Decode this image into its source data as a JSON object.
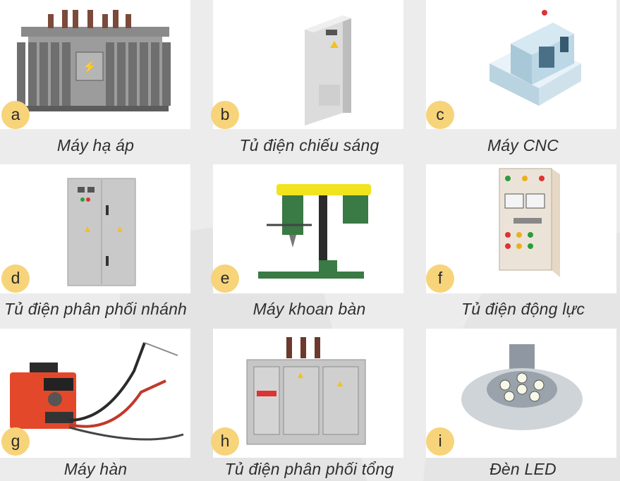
{
  "items": [
    {
      "letter": "a",
      "caption": "Máy hạ áp",
      "icon": "step-down-transformer-icon"
    },
    {
      "letter": "b",
      "caption": "Tủ điện chiếu sáng",
      "icon": "lighting-cabinet-icon"
    },
    {
      "letter": "c",
      "caption": "Máy CNC",
      "icon": "cnc-machine-icon"
    },
    {
      "letter": "d",
      "caption": "Tủ điện phân phối nhánh",
      "icon": "branch-distribution-cabinet-icon"
    },
    {
      "letter": "e",
      "caption": "Máy khoan bàn",
      "icon": "bench-drill-icon"
    },
    {
      "letter": "f",
      "caption": "Tủ điện động lực",
      "icon": "power-cabinet-icon"
    },
    {
      "letter": "g",
      "caption": "Máy hàn",
      "icon": "welding-machine-icon"
    },
    {
      "letter": "h",
      "caption": "Tủ điện phân phối tổng",
      "icon": "main-distribution-cabinet-icon"
    },
    {
      "letter": "i",
      "caption": "Đèn LED",
      "icon": "led-lamp-icon"
    }
  ],
  "colors": {
    "background": "#ececec",
    "badge": "#f7d37a",
    "caption": "#2f2f2f"
  }
}
